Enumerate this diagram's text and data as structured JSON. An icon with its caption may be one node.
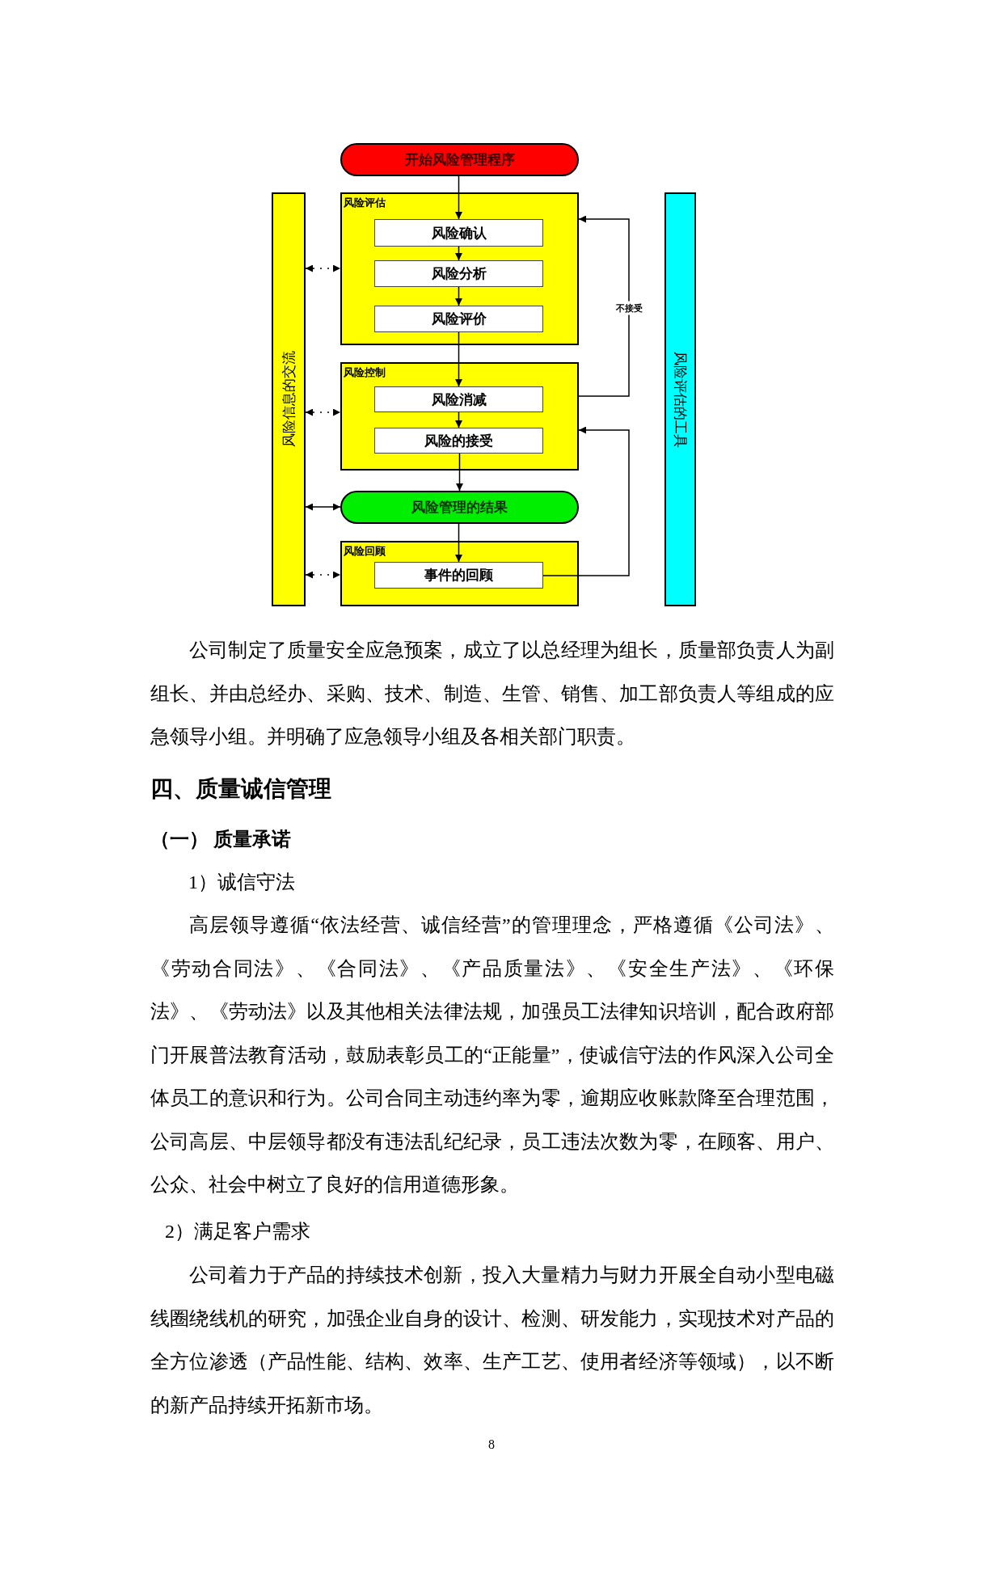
{
  "diagram": {
    "nodes": [
      {
        "text": [
          "开始风险管理程序"
        ]
      },
      {
        "text": [
          "风险信息的交流"
        ]
      },
      {
        "text": [
          "风险评估"
        ]
      },
      {
        "text": [
          "风险确认"
        ],
        "in": 2
      },
      {
        "text": [
          "风险分析"
        ],
        "in": 2
      },
      {
        "text": [
          "风险评价"
        ],
        "in": 2
      },
      {
        "text": [
          "风险评估的工具"
        ]
      },
      {
        "text": [
          "风险控制"
        ]
      },
      {
        "text": [
          "风险消减"
        ],
        "in": 7
      },
      {
        "text": [
          "风险的接受"
        ],
        "in": 7
      },
      {
        "text": [
          "风险管理的结果"
        ]
      },
      {
        "text": [
          "风险回顾"
        ]
      },
      {
        "text": [
          "事件的回顾"
        ],
        "in": 11
      }
    ],
    "edges": [
      {
        "from": 0,
        "to": 3,
        "arrow": "to"
      },
      {
        "from": 3,
        "to": 4,
        "arrow": "to"
      },
      {
        "from": 4,
        "to": 5,
        "arrow": "to"
      },
      {
        "from": 5,
        "to": 8,
        "arrow": "to"
      },
      {
        "from": 8,
        "to": 9,
        "arrow": "to"
      },
      {
        "from": 9,
        "to": 10,
        "arrow": "to"
      },
      {
        "from": 10,
        "to": 12,
        "arrow": "to"
      },
      {
        "from": 7,
        "to": 2,
        "arrow": "to",
        "label": "不接受"
      },
      {
        "from": 12,
        "to": 7,
        "arrow": "to"
      },
      {
        "from": 1,
        "to": 2,
        "arrow": "both",
        "style": "dashed"
      },
      {
        "from": 1,
        "to": 7,
        "arrow": "both",
        "style": "dashed"
      },
      {
        "from": 1,
        "to": 10,
        "arrow": "both"
      },
      {
        "from": 1,
        "to": 11,
        "arrow": "both",
        "style": "dashed"
      }
    ],
    "labels": [
      "公司制定了质量安全应急预案，成立了以总经理为组长，质量部负责人为副组长、并由总经办、采购、技术、制造、生管、销售、加工部负责人等组成的应急领导小组。并明确了应急领导小组及各相关部门职责。",
      "四、质量诚信管理",
      "（一） 质量承诺",
      "1）诚信守法",
      "高层领导遵循“依法经营、诚信经营”的管理理念，严格遵循《公司法》、《劳动合同法》、《合同法》、《产品质量法》、《安全生产法》、《环保法》、《劳动法》以及其他相关法律法规，加强员工法律知识培训，配合政府部门开展普法教育活动，鼓励表彰员工的“正能量”，使诚信守法的作风深入公司全体员工的意识和行为。公司合同主动违约率为零，逾期应收账款降至合理范围，公司高层、中层领导都没有违法乱纪纪录，员工违法次数为零，在顾客、用户、公众、社会中树立了良好的信用道德形象。",
      "2）满足客户需求",
      "公司着力于产品的持续技术创新，投入大量精力与财力开展全自动小型电磁线圈绕线机的研究，加强企业自身的设计、检测、研发能力，实现技术对产品的全方位渗透（产品性能、结构、效率、生产工艺、使用者经济等领域），以不断的新产品持续开拓新市场。",
      "8"
    ]
  }
}
